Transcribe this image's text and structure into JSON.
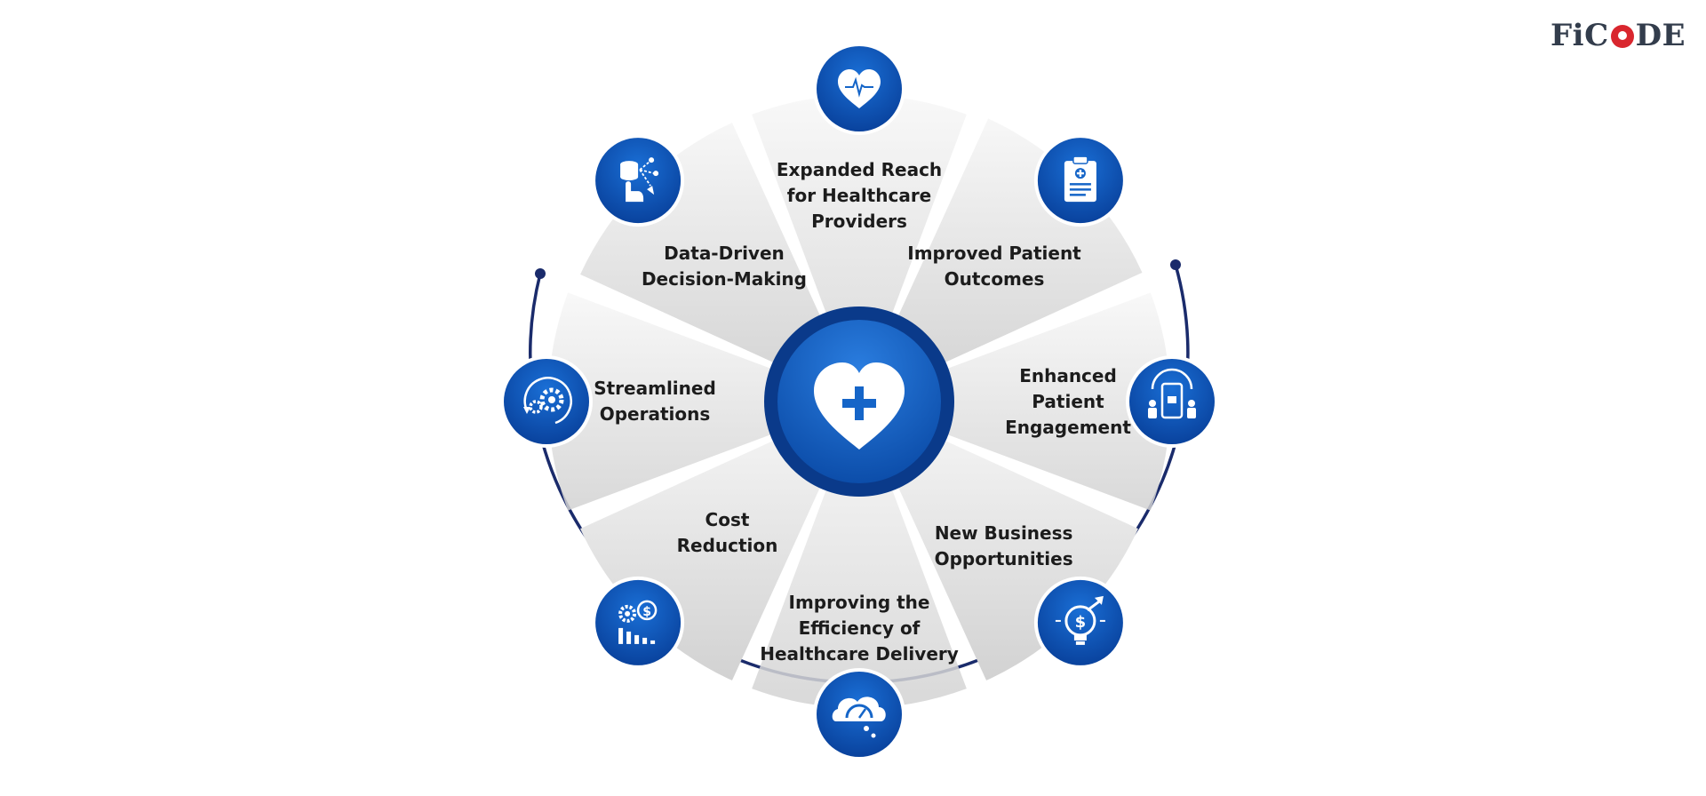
{
  "brand": {
    "logo_text": "FiCODE",
    "logo_parts": [
      "Fi",
      "C",
      "DE"
    ]
  },
  "colors": {
    "primary": "#0a52b5",
    "dark": "#0a3a8a",
    "segment_light": "#f1f1f1",
    "segment_dark": "#d3d3d3",
    "arc": "#1a2b6b",
    "logo_accent": "#d9262e"
  },
  "center": {
    "icon": "heart-plus-icon"
  },
  "segments": [
    {
      "id": "expanded-reach",
      "lines": [
        "Expanded Reach",
        "for Healthcare",
        "Providers"
      ],
      "icon": "heart-pulse-icon"
    },
    {
      "id": "improved-outcomes",
      "lines": [
        "Improved Patient",
        "Outcomes"
      ],
      "icon": "clipboard-medical-icon"
    },
    {
      "id": "patient-engagement",
      "lines": [
        "Enhanced",
        "Patient",
        "Engagement"
      ],
      "icon": "telehealth-phone-icon"
    },
    {
      "id": "business-opportunities",
      "lines": [
        "New Business",
        "Opportunities"
      ],
      "icon": "idea-dollar-icon"
    },
    {
      "id": "efficiency",
      "lines": [
        "Improving the",
        "Efficiency of",
        "Healthcare Delivery"
      ],
      "icon": "speedometer-cloud-icon"
    },
    {
      "id": "cost-reduction",
      "lines": [
        "Cost",
        "Reduction"
      ],
      "icon": "cost-chart-icon"
    },
    {
      "id": "streamlined-operations",
      "lines": [
        "Streamlined",
        "Operations"
      ],
      "icon": "gears-cycle-icon"
    },
    {
      "id": "data-driven",
      "lines": [
        "Data-Driven",
        "Decision-Making"
      ],
      "icon": "data-touch-icon"
    }
  ]
}
